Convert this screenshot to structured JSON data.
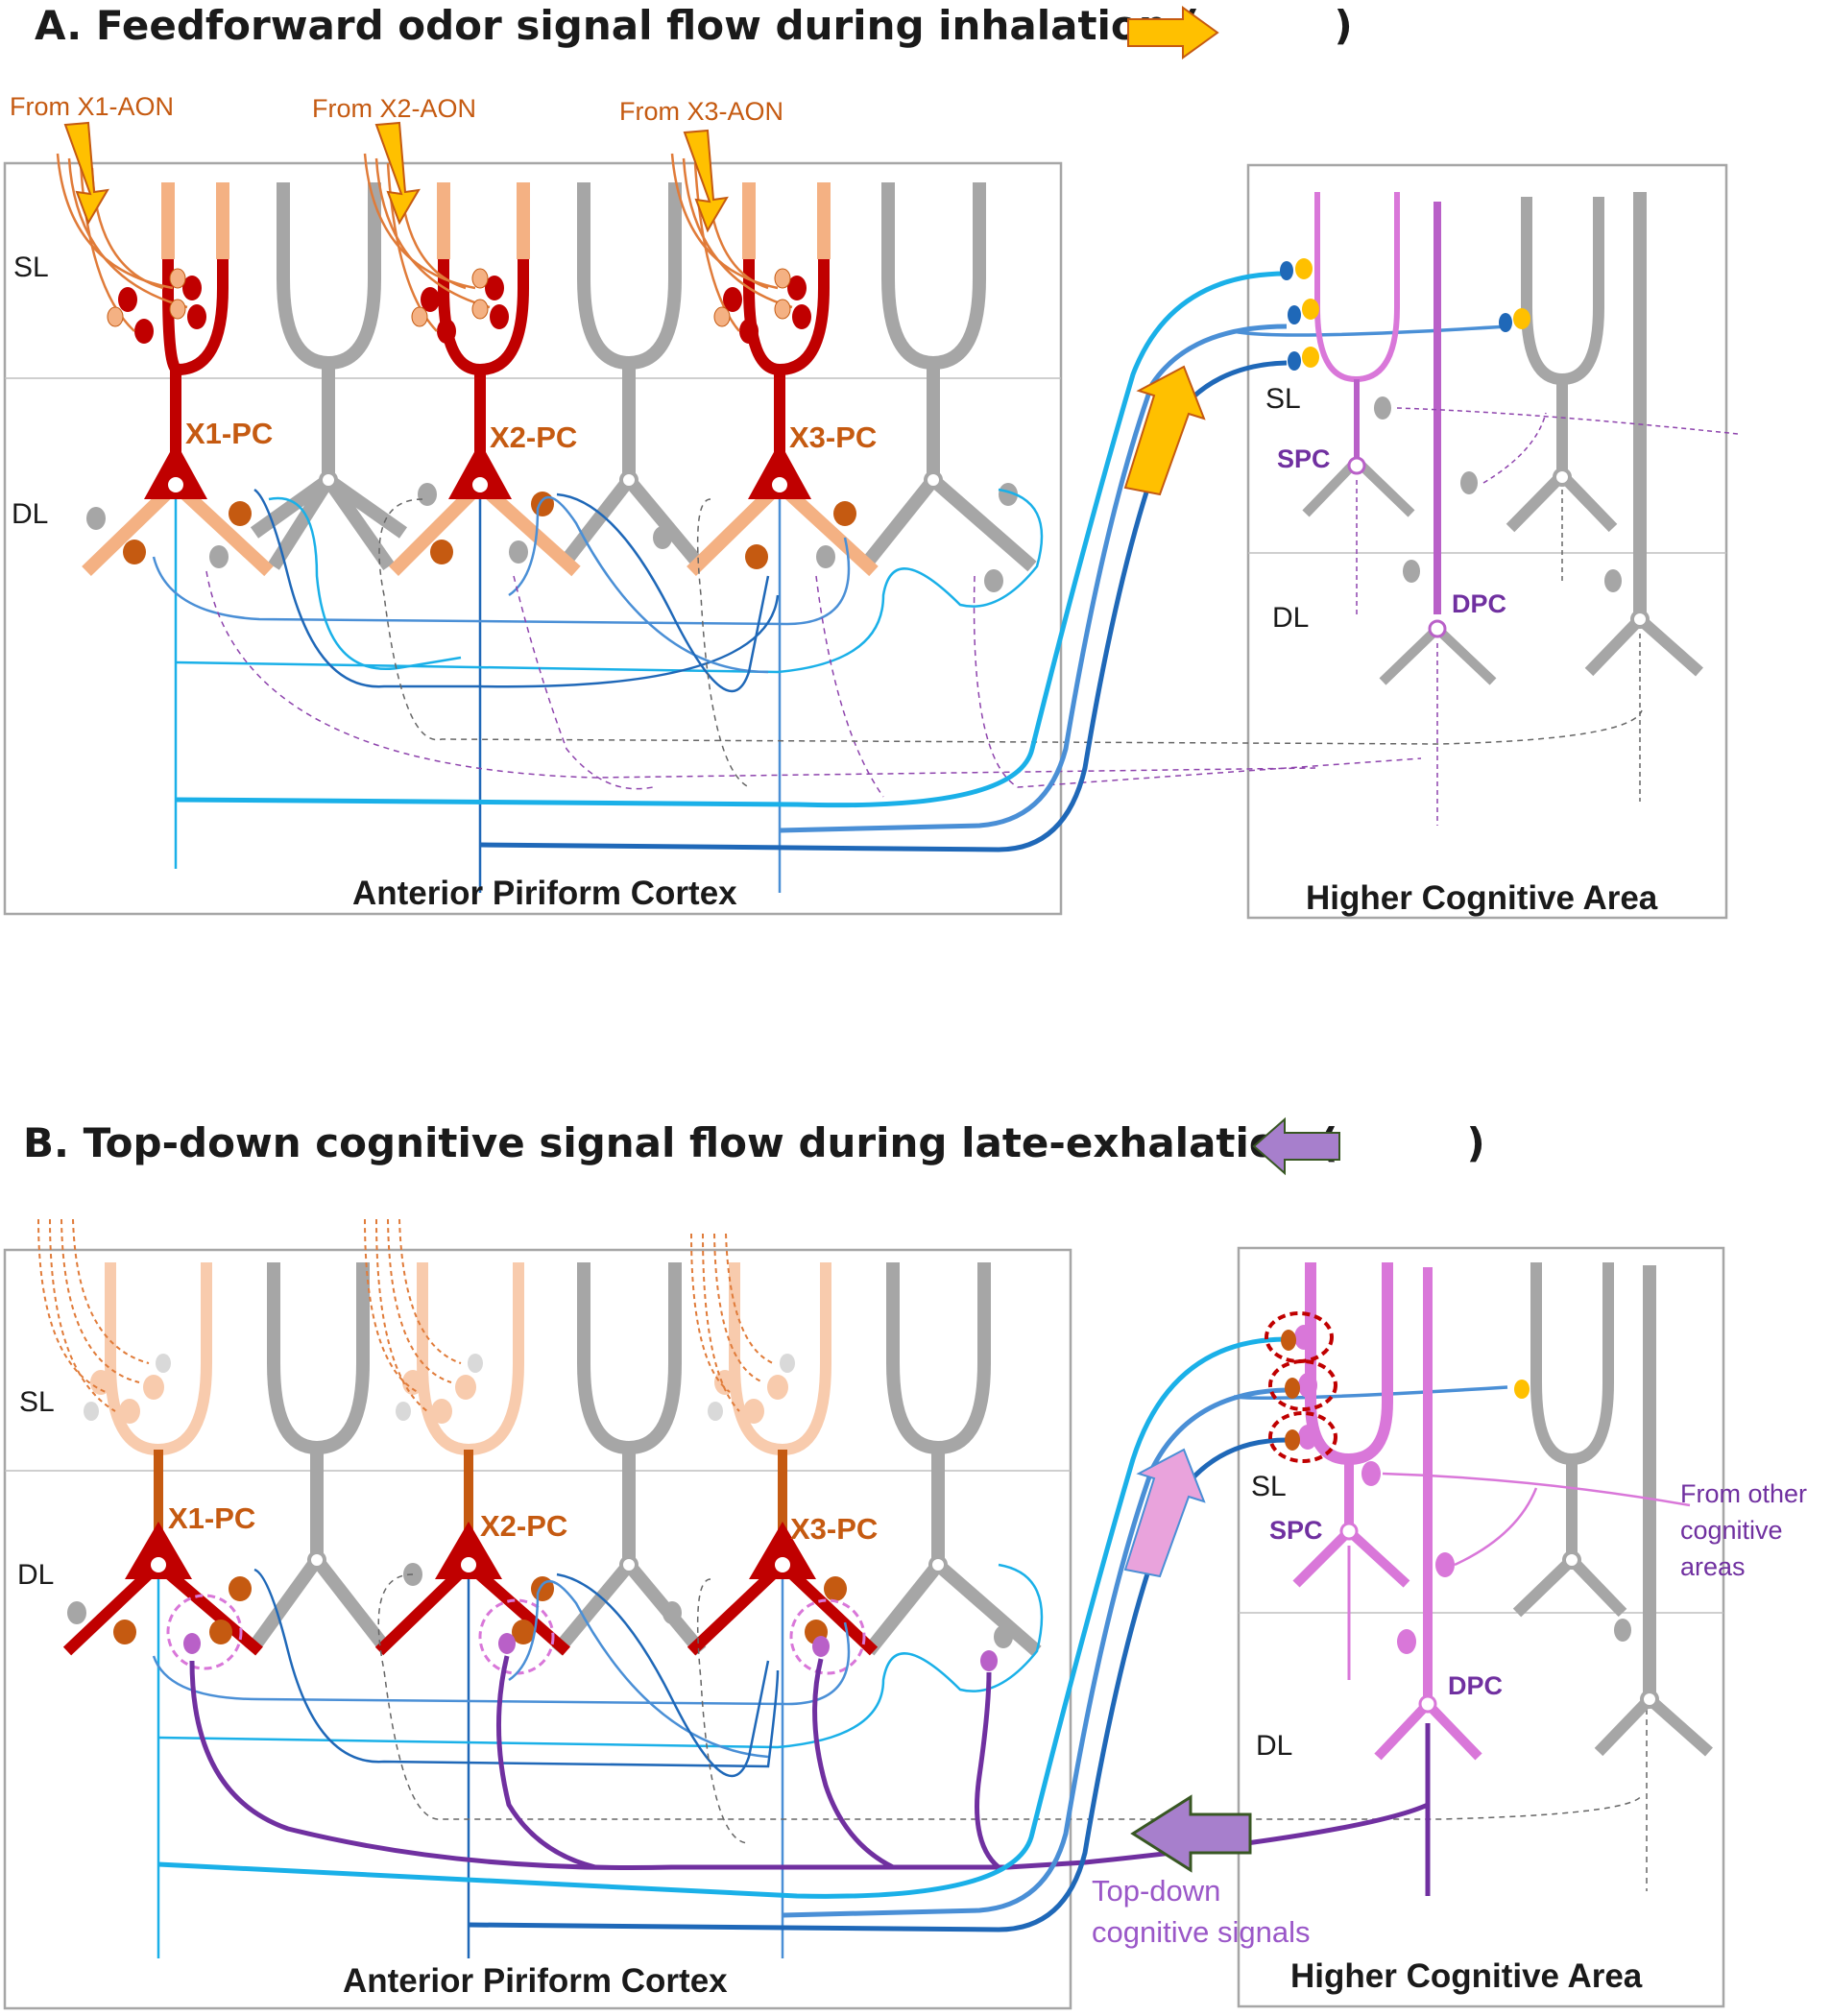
{
  "colors": {
    "pc_active": "#c00000",
    "pc_dim": "#f4b183",
    "pc_orange": "#c55a11",
    "gray_cell": "#a6a6a6",
    "light_blue": "#1ab0e8",
    "mid_blue": "#4a8fd6",
    "dark_blue": "#1f68b8",
    "purple_cell": "#b960c8",
    "magenta_cell": "#d977d9",
    "topdown_purple": "#7030a0",
    "arrow_yellow": "#ffc000",
    "arrow_pink": "#e9a3dc",
    "arrow_purple": "#a77fcc",
    "label_pc": "#c55a11",
    "label_cog": "#7030a0"
  },
  "panel_a": {
    "title_prefix": "A.  Feedforward odor signal flow during inhalation (",
    "title_suffix": ")",
    "arrow_icon": "right-arrow-icon",
    "inputs": [
      "From X1-AON",
      "From X2-AON",
      "From X3-AON"
    ],
    "layer_sl": "SL",
    "layer_dl": "DL",
    "pc_labels": [
      "X1-PC",
      "X2-PC",
      "X3-PC"
    ],
    "apc_label": "Anterior Piriform Cortex",
    "hca_label": "Higher Cognitive Area",
    "hca_sl": "SL",
    "hca_dl": "DL",
    "spc": "SPC",
    "dpc": "DPC"
  },
  "panel_b": {
    "title_prefix": "B.  Top-down cognitive signal flow during late-exhalation (",
    "title_suffix": ")",
    "arrow_icon": "left-arrow-icon",
    "layer_sl": "SL",
    "layer_dl": "DL",
    "pc_labels": [
      "X1-PC",
      "X2-PC",
      "X3-PC"
    ],
    "apc_label": "Anterior Piriform Cortex",
    "hca_label": "Higher Cognitive Area",
    "hca_sl": "SL",
    "hca_dl": "DL",
    "spc": "SPC",
    "dpc": "DPC",
    "other_areas": [
      "From other",
      "cognitive",
      "areas"
    ],
    "topdown": [
      "Top-down",
      "cognitive signals"
    ]
  }
}
